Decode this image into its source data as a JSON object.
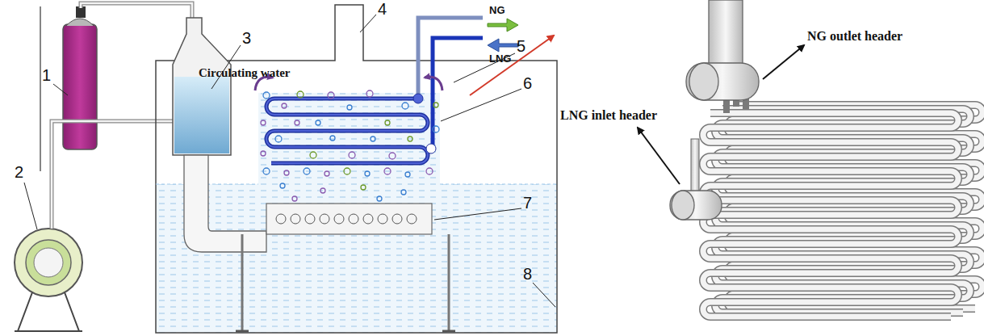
{
  "diagram": {
    "labels": [
      "1",
      "2",
      "3",
      "4",
      "5",
      "6",
      "7",
      "8",
      "Circulating water",
      "NG",
      "LNG",
      "NG outlet header",
      "LNG inlet header"
    ]
  }
}
